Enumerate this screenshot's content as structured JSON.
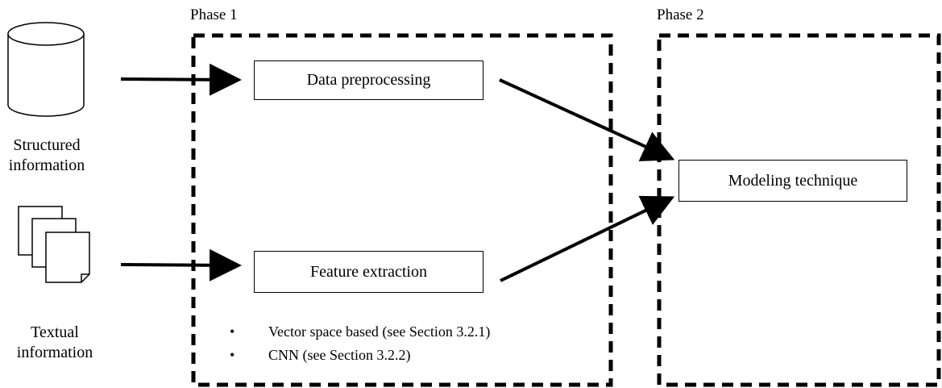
{
  "inputs": {
    "structured": {
      "line1": "Structured",
      "line2": "information",
      "icon": "database-cylinder-icon"
    },
    "textual": {
      "line1": "Textual",
      "line2": "information",
      "icon": "documents-stack-icon"
    }
  },
  "phase1": {
    "title": "Phase 1",
    "data_preprocessing": "Data preprocessing",
    "feature_extraction": "Feature extraction",
    "bullets": [
      "Vector space based (see Section 3.2.1)",
      "CNN (see Section 3.2.2)"
    ],
    "bullet_glyph": "•"
  },
  "phase2": {
    "title": "Phase 2",
    "modeling_technique": "Modeling technique"
  }
}
